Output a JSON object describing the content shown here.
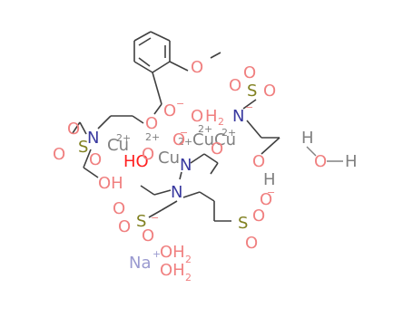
{
  "colors": {
    "bond": "#404040",
    "oxygen": "#f08080",
    "nitrogen": "#3a3aa0",
    "sulfur": "#808020",
    "copper": "#808080",
    "sodium": "#9a9ad0",
    "hydrogen": "#808080",
    "carbon": "#404040"
  },
  "labels": {
    "methoxy_o": "O",
    "carboxyl_o1": "O",
    "carboxyl_o2": "O",
    "carboxyl_o_charge": "−",
    "water_o1": "O",
    "water_h1": "H",
    "water_sub1": "2",
    "n_right": "N",
    "n_right_charge": "−",
    "s_right_top": "S",
    "s_right_top_o1": "O",
    "s_right_top_o2": "O",
    "s_right_top_o3": "O",
    "cu1": "Cu",
    "cu1_charge": "2+",
    "cu2": "Cu",
    "cu2_charge": "2+",
    "cu3": "Cu",
    "cu3_charge": "2+",
    "cu4": "Cu",
    "cu4_charge": "2+",
    "ho_left": "HO",
    "o_center1": "O",
    "o_center1_charge": "−",
    "o_center2": "O",
    "o_center3": "O",
    "o_right_lower": "O",
    "n_left": "N",
    "s_left": "S",
    "s_left_o1": "O",
    "s_left_o2": "O",
    "s_left_o3": "O",
    "oh_left": "OH",
    "n_center": "N",
    "n_bottom": "N",
    "s_bottom_left": "S",
    "s_bottom_left_o1": "O",
    "s_bottom_left_o2": "O",
    "s_bottom_left_o3": "O",
    "s_bottom_left_o3_charge": "−",
    "s_bottom_right": "S",
    "s_bottom_right_o1": "O",
    "s_bottom_right_o1_charge": "−",
    "s_bottom_right_o2": "O",
    "s_bottom_right_o3": "O",
    "h_right_lower": "H",
    "free_water_h1": "H",
    "free_water_o": "O",
    "free_water_h2": "H",
    "na": "Na",
    "na_charge": "+",
    "oh2_a": "OH",
    "oh2_a_sub": "2",
    "oh2_b": "OH",
    "oh2_b_sub": "2",
    "cu_center_charge": "2+"
  }
}
